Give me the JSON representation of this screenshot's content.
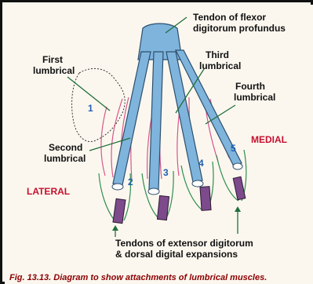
{
  "labels": {
    "tendon_fdp_line1": "Tendon of flexor",
    "tendon_fdp_line2": "digitorum profundus",
    "first_lumbrical_line1": "First",
    "first_lumbrical_line2": "lumbrical",
    "third_lumbrical_line1": "Third",
    "third_lumbrical_line2": "lumbrical",
    "fourth_lumbrical_line1": "Fourth",
    "fourth_lumbrical_line2": "lumbrical",
    "second_lumbrical_line1": "Second",
    "second_lumbrical_line2": "lumbrical",
    "medial": "MEDIAL",
    "lateral": "LATERAL",
    "extensor_line1": "Tendons of extensor digitorum",
    "extensor_line2": "& dorsal digital expansions"
  },
  "numbers": [
    "1",
    "2",
    "3",
    "4",
    "5"
  ],
  "caption": "Fig. 13.13. Diagram to show attachments of lumbrical muscles.",
  "colors": {
    "tendon": "#7fb4dc",
    "tendon_stroke": "#2d4f6e",
    "muscle": "#d13a7a",
    "expansion": "#2f8f4e",
    "finger_tip": "#7d4a8c",
    "leader": "#1f6f3a",
    "number": "#1f5fb0",
    "lateral_medial": "#c8102e"
  }
}
